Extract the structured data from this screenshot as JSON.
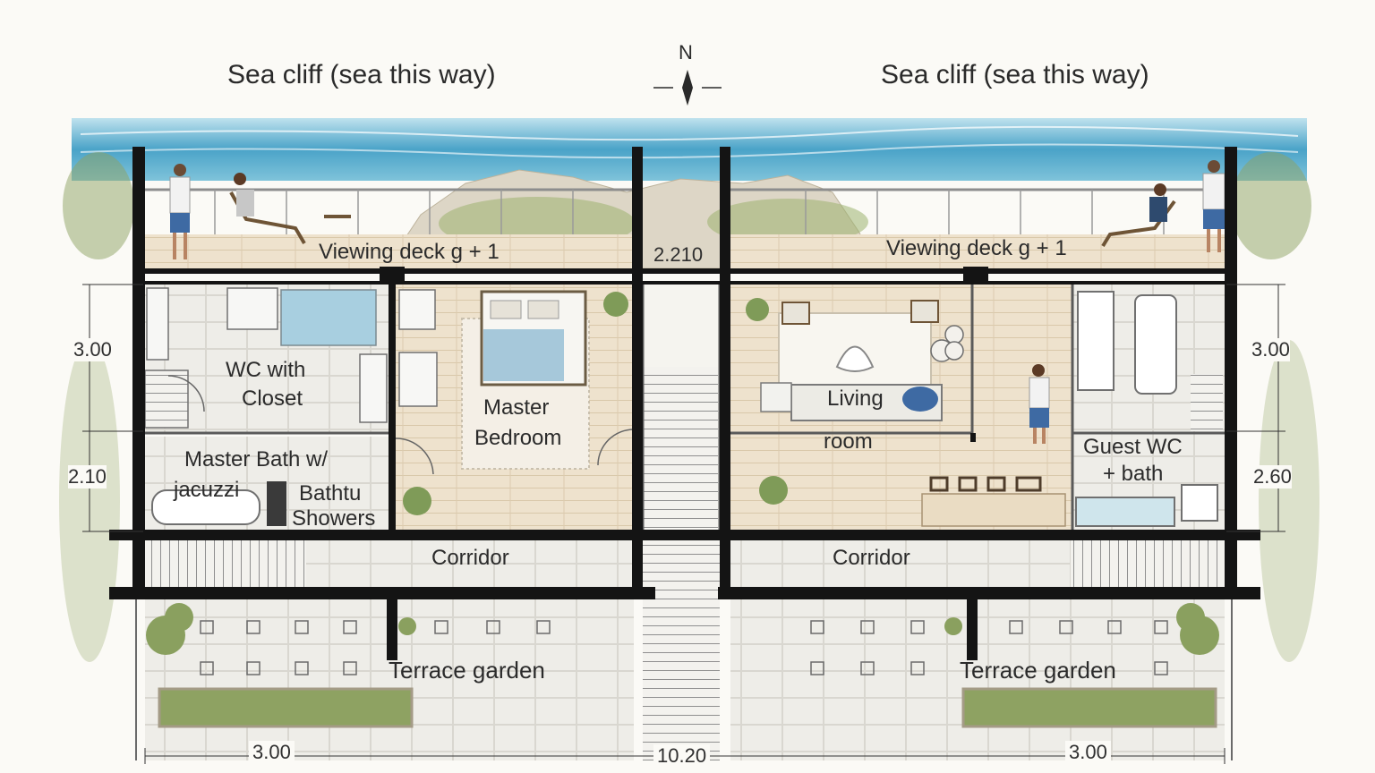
{
  "headings": {
    "north": "N",
    "sea_left": "Sea cliff (sea this way)",
    "sea_right": "Sea cliff (sea this way)"
  },
  "rooms": {
    "deck_left": "Viewing deck g + 1",
    "deck_right": "Viewing deck g + 1",
    "wc_closet_l1": "WC with",
    "wc_closet_l2": "Closet",
    "master_bedroom_l1": "Master",
    "master_bedroom_l2": "Bedroom",
    "master_bath_l1": "Master Bath w/",
    "master_bath_l2": "jacuzzi",
    "bathtu": "Bathtu",
    "showers": "Showers",
    "living_l1": "Living",
    "living_l2": "room",
    "guest_l1": "Guest WC",
    "guest_l2": "+ bath",
    "corridor_left": "Corridor",
    "corridor_right": "Corridor",
    "terrace_left": "Terrace garden",
    "terrace_right": "Terrace garden"
  },
  "dimensions": {
    "top_mid": "2.210",
    "left_upper": "3.00",
    "left_lower": "2.10",
    "right_upper": "3.00",
    "right_lower": "2.60",
    "bottom_left": "3.00",
    "bottom_mid": "10.20",
    "bottom_right": "3.00"
  },
  "colors": {
    "wall": "#141414",
    "sea": "#4aa3c8",
    "floor": "#efe6d6",
    "tile": "#ecebe6",
    "greenery": "#7e9a5a"
  }
}
